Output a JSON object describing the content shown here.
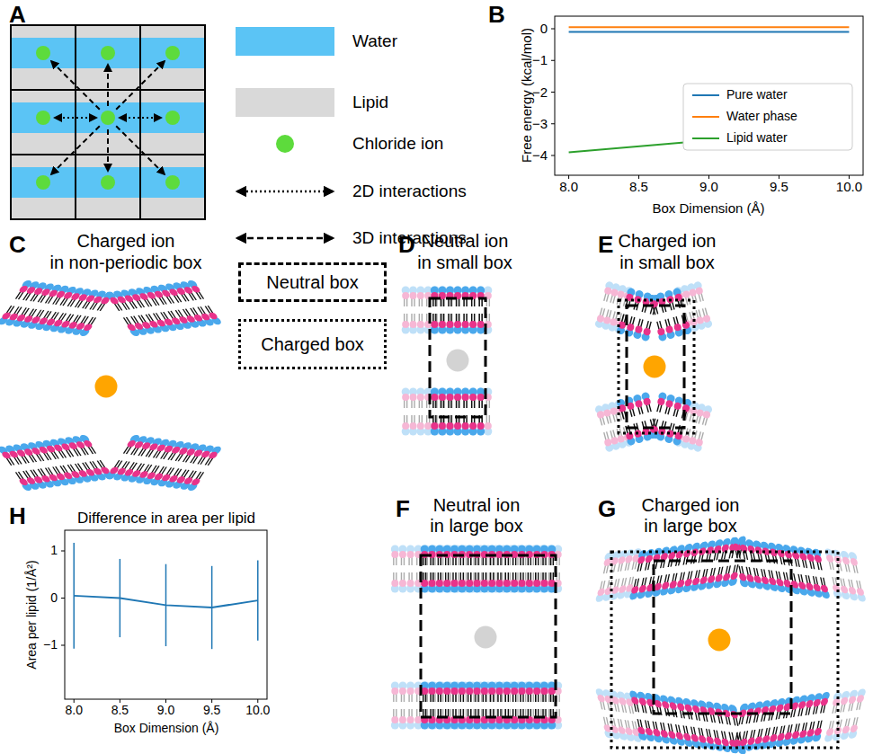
{
  "diagram": {
    "nodes": [
      {
        "text": [
          "Neutral box"
        ]
      },
      {
        "text": [
          "Charged box"
        ]
      }
    ],
    "labels": [
      "A",
      "B",
      "0",
      "−1",
      "−2",
      "−3",
      "−4",
      "Free energy (kcal/mol)",
      "8.0",
      "8.5",
      "9.0",
      "9.5",
      "10.0",
      "Box Dimension (Å)",
      "C",
      "Charged ion",
      "in non-periodic box",
      "D",
      "Neutral ion",
      "in small box",
      "E",
      "Charged ion",
      "in small box",
      "F",
      "Neutral ion",
      "in large box",
      "G",
      "Charged ion",
      "in large box",
      "H",
      "Difference in area per lipid",
      "1",
      "0",
      "−1",
      "Area per lipid (1/Å²)",
      "8.0",
      "8.5",
      "9.0",
      "9.5",
      "10.0",
      "Box Dimension (Å)"
    ],
    "legend": [
      {
        "text": "Water",
        "color": "#5bc4f5"
      },
      {
        "text": "Lipid",
        "color": "#d9d9d9"
      },
      {
        "text": "Chloride ion"
      },
      {
        "text": "2D interactions"
      },
      {
        "text": "3D interactions"
      },
      {
        "text": "Pure water"
      },
      {
        "text": "Water phase"
      },
      {
        "text": "Lipid water"
      }
    ]
  }
}
